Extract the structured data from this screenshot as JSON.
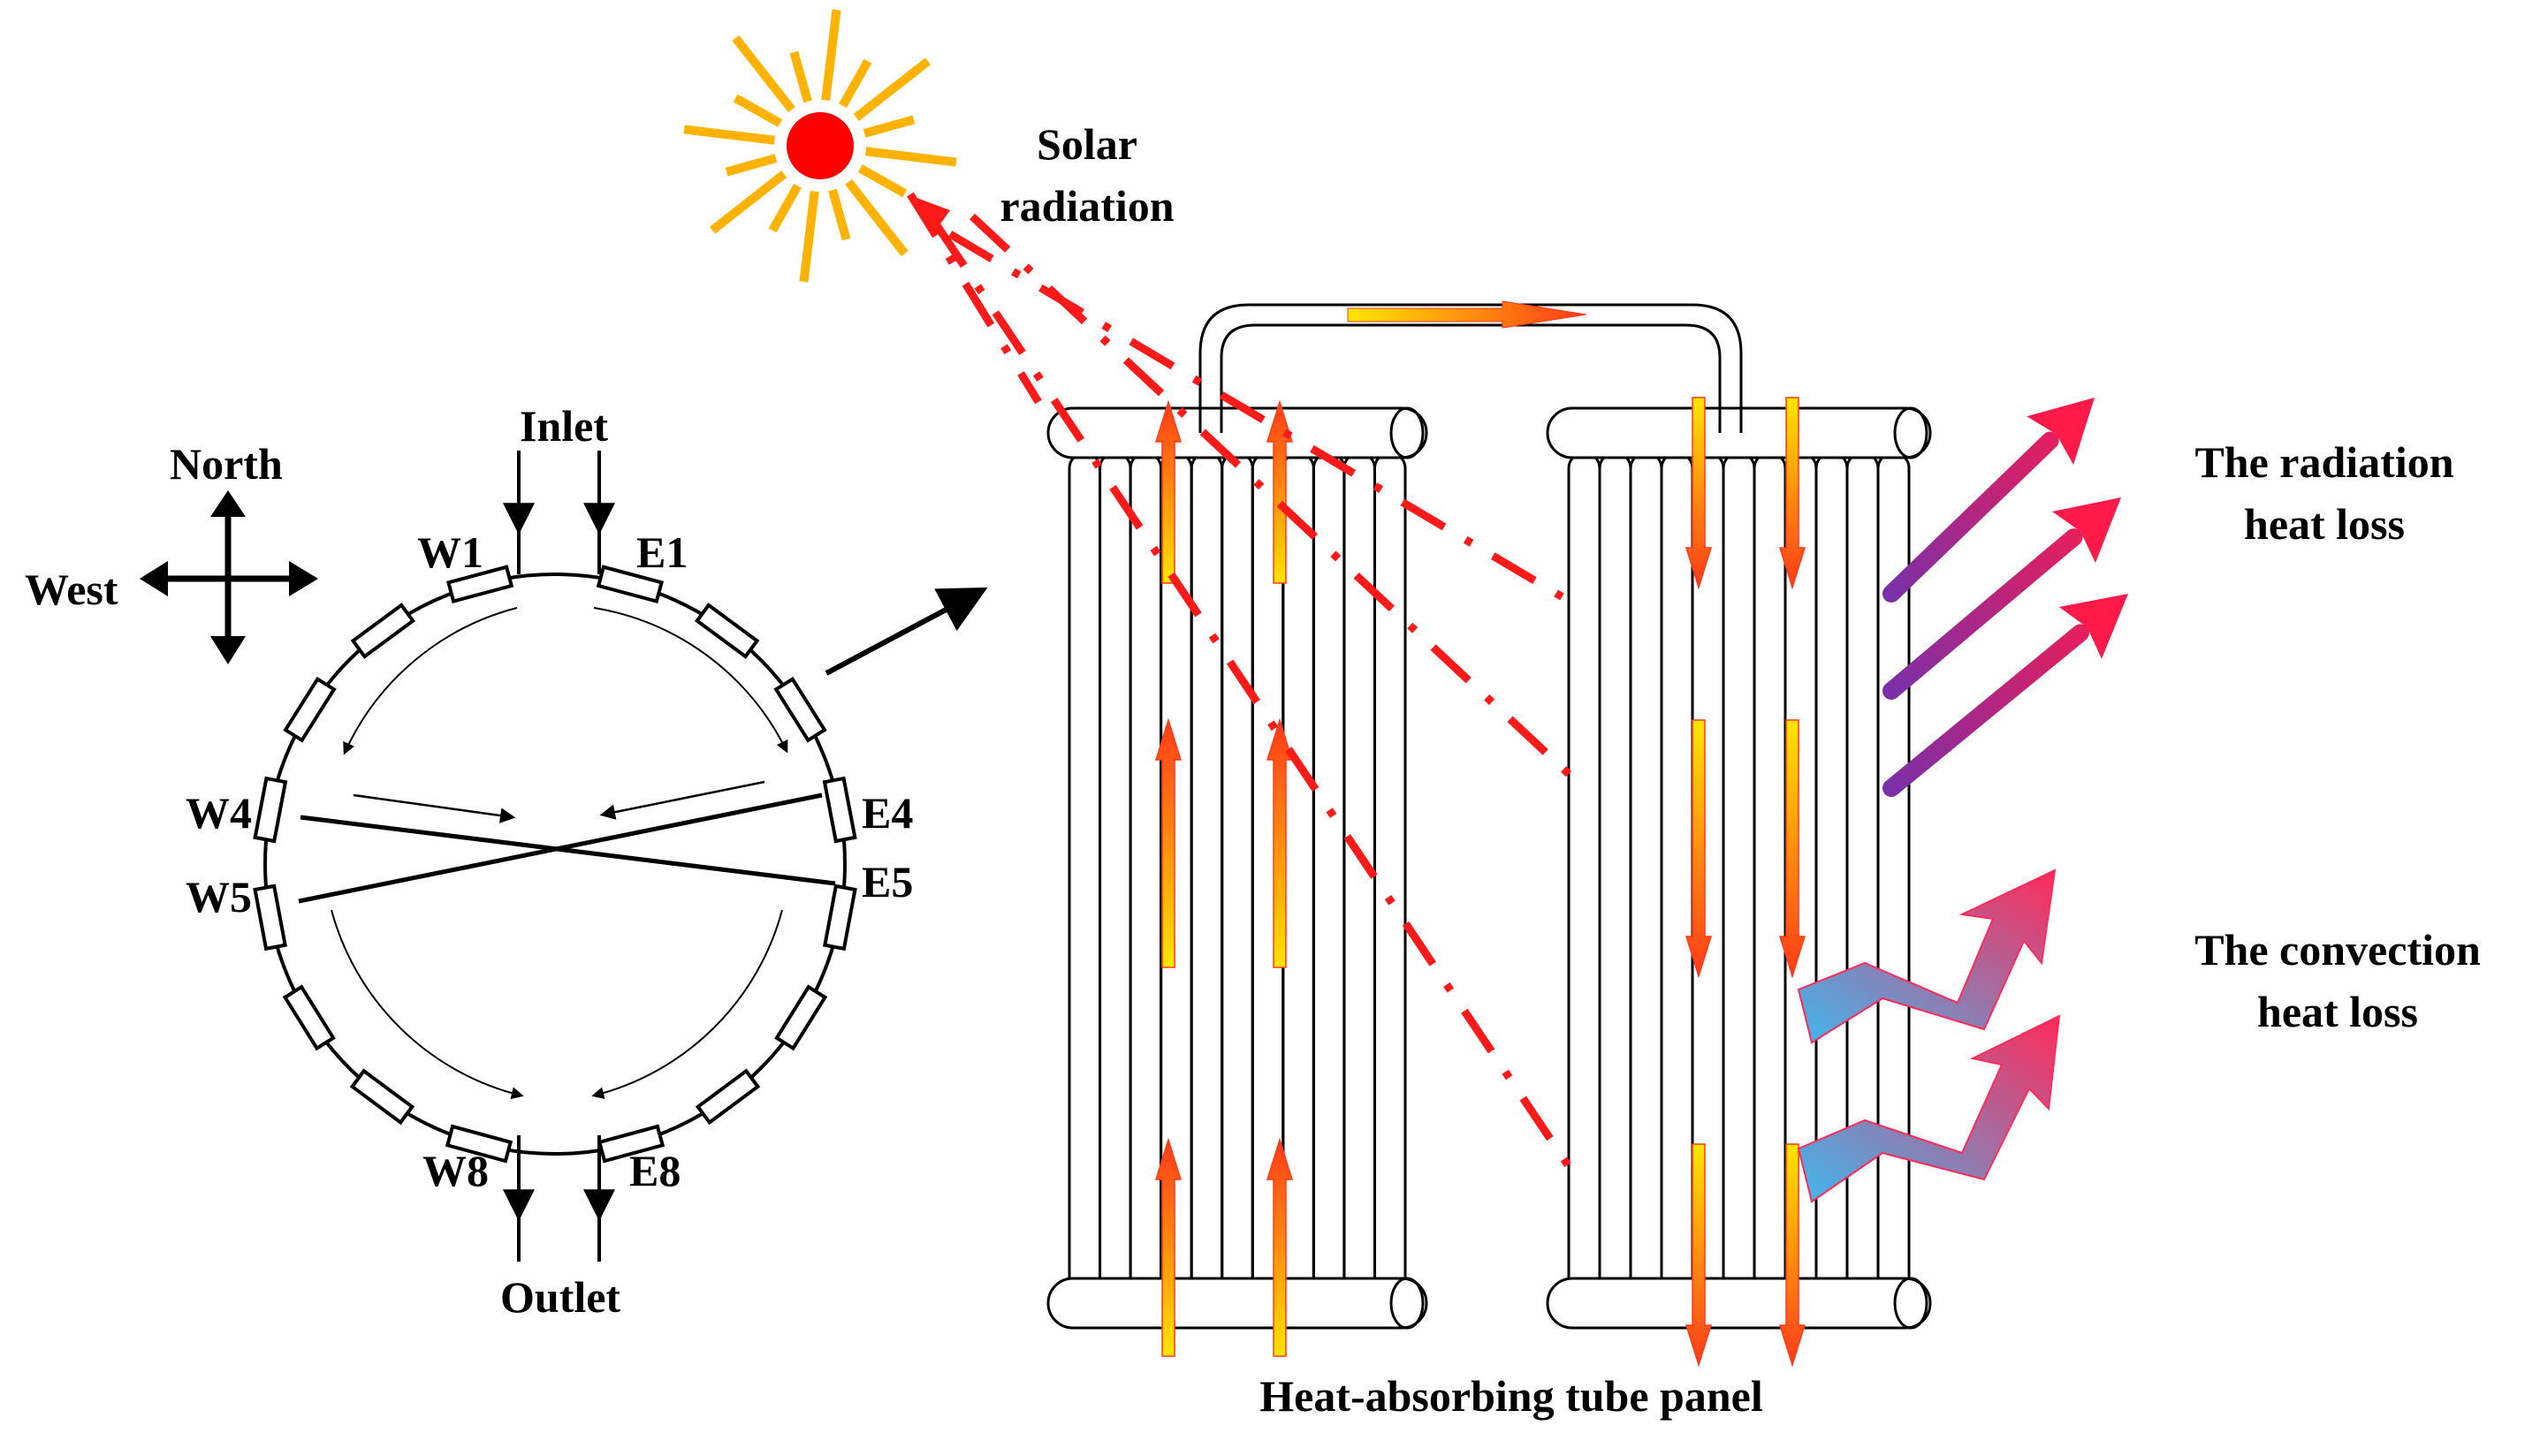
{
  "compass": {
    "north": "North",
    "west": "West"
  },
  "ring": {
    "inlet": "Inlet",
    "outlet": "Outlet",
    "panels": {
      "w1": "W1",
      "e1": "E1",
      "w4": "W4",
      "e4": "E4",
      "w5": "W5",
      "e5": "E5",
      "w8": "W8",
      "e8": "E8"
    }
  },
  "sun": {
    "label_line1": "Solar",
    "label_line2": "radiation"
  },
  "tube_panel": {
    "caption": "Heat-absorbing tube panel"
  },
  "losses": {
    "radiation_line1": "The radiation",
    "radiation_line2": "heat loss",
    "convection_line1": "The convection",
    "convection_line2": "heat loss"
  },
  "colors": {
    "sun_core": "#ff0000",
    "sun_rays": "#ffb300",
    "ray_red": "#ff1a1a",
    "flow_yellow": "#ffe600",
    "flow_red": "#ff3a1a",
    "radiation_start": "#7b2fa8",
    "radiation_end": "#ff1a4a",
    "convection_start": "#3fb7ee",
    "convection_end": "#ff2a5a"
  }
}
